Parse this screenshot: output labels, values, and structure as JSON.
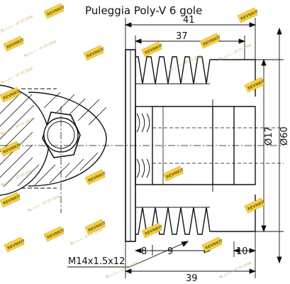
{
  "title": "Puleggia Poly-V 6 gole",
  "dimensions": {
    "overall_diameter_width": "41",
    "groove_width": "37",
    "bore_diameter": "Ø17",
    "outer_diameter": "Ø60",
    "hub_left": "8",
    "hub_mid": "9",
    "hub_right": "10",
    "thread": "M14x1.5x12",
    "overall_length": "39"
  },
  "watermark": {
    "text": "By c.c.c. - 07.07.2016",
    "logo": "REVNKIT"
  },
  "colors": {
    "line": "#111111",
    "hatch": "#222222",
    "logo_fill": "#f2d24b",
    "logo_border": "#d6a800",
    "watermark_text": "#c9a24a"
  }
}
